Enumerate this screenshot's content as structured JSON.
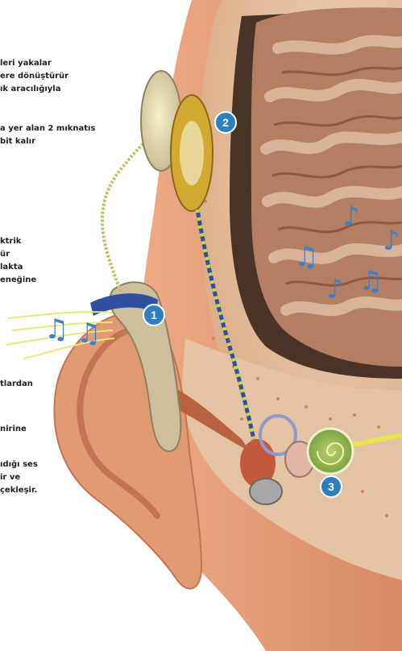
{
  "labels": [
    {
      "lines": [
        "leri yakalar",
        "ere dönüştürür",
        "ık aracılığıyla"
      ]
    },
    {
      "lines": [
        "a yer alan 2 mıknatıs",
        "bit kalır"
      ]
    },
    {
      "lines": [
        "ktrik",
        "ür",
        "lakta",
        "eneğine"
      ]
    },
    {
      "lines": [
        "tlardan"
      ]
    },
    {
      "lines": [
        "nirine"
      ]
    },
    {
      "lines": [
        "ıdığı ses",
        "ir ve",
        "çekleşir."
      ]
    }
  ],
  "badges": [
    "1",
    "2",
    "3"
  ],
  "icons": {
    "music_note": "♫",
    "single_note": "♪"
  },
  "colors": {
    "skin": "#e8a07a",
    "skin_dark": "#c9704a",
    "brain": "#b47e62",
    "brain_light": "#d8b49a",
    "bone": "#e9d0b4",
    "note_blue": "#3f7fc4",
    "badge_blue": "#2d7fc0",
    "wire_yellow": "#e8e64a"
  }
}
